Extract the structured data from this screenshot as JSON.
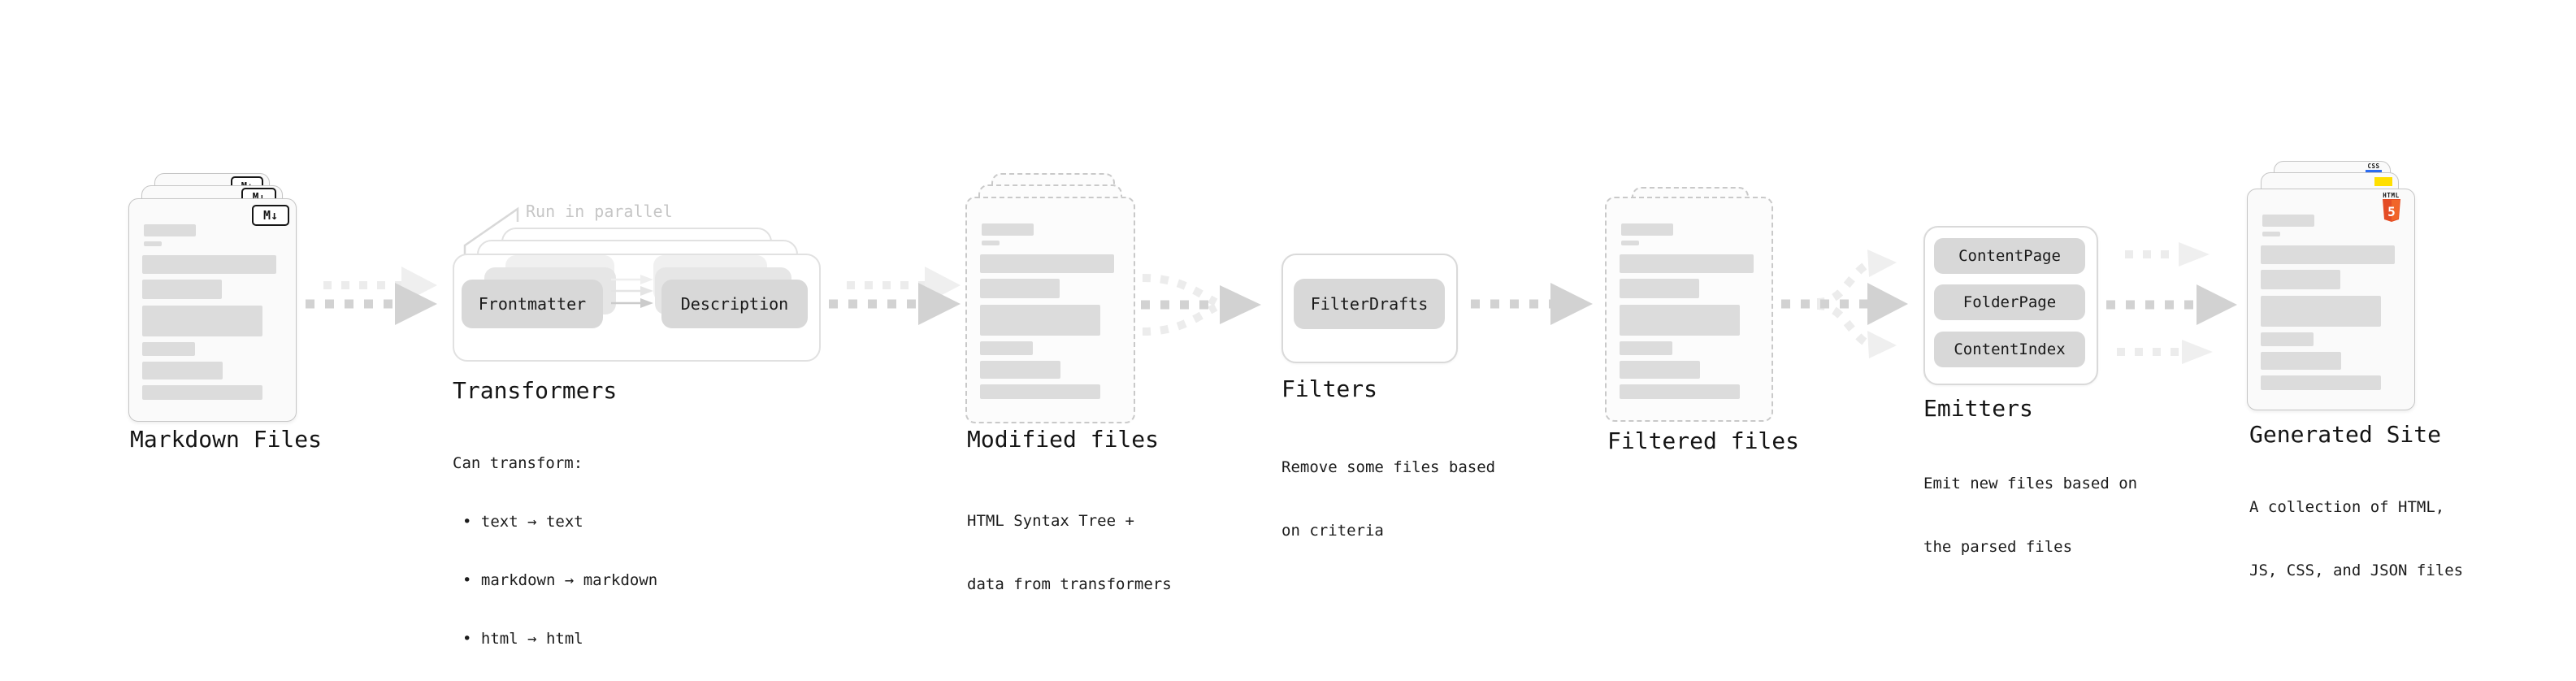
{
  "stages": {
    "markdown_files": {
      "label": "Markdown Files",
      "badge": "M↓"
    },
    "transformers": {
      "label": "Transformers",
      "annotation": "Run in parallel",
      "boxes": [
        "Frontmatter",
        "Description"
      ],
      "description_lines": [
        "Can transform:",
        "• text → text",
        "• markdown → markdown",
        "• html → html"
      ]
    },
    "modified_files": {
      "label": "Modified files",
      "description_lines": [
        "HTML Syntax Tree +",
        "data from transformers"
      ]
    },
    "filters": {
      "label": "Filters",
      "boxes": [
        "FilterDrafts"
      ],
      "description_lines": [
        "Remove some files based",
        "on criteria"
      ]
    },
    "filtered_files": {
      "label": "Filtered files"
    },
    "emitters": {
      "label": "Emitters",
      "boxes": [
        "ContentPage",
        "FolderPage",
        "ContentIndex"
      ],
      "description_lines": [
        "Emit new files based on",
        "the parsed files"
      ]
    },
    "generated_site": {
      "label": "Generated Site",
      "description_lines": [
        "A collection of HTML,",
        "JS, CSS, and JSON files"
      ],
      "badges": {
        "css": "CSS",
        "html_word": "HTML",
        "html5_number": "5"
      }
    }
  },
  "colors": {
    "html5_shield": "#e44d26",
    "html5_shield_light": "#f16529",
    "js_yellow": "#ffdf00",
    "css_underline_blue": "#2b6bf0",
    "box_gray": "#d8d8d8",
    "arrow_gray": "#d2d2d2",
    "annotation_gray": "#c6c6c6"
  }
}
